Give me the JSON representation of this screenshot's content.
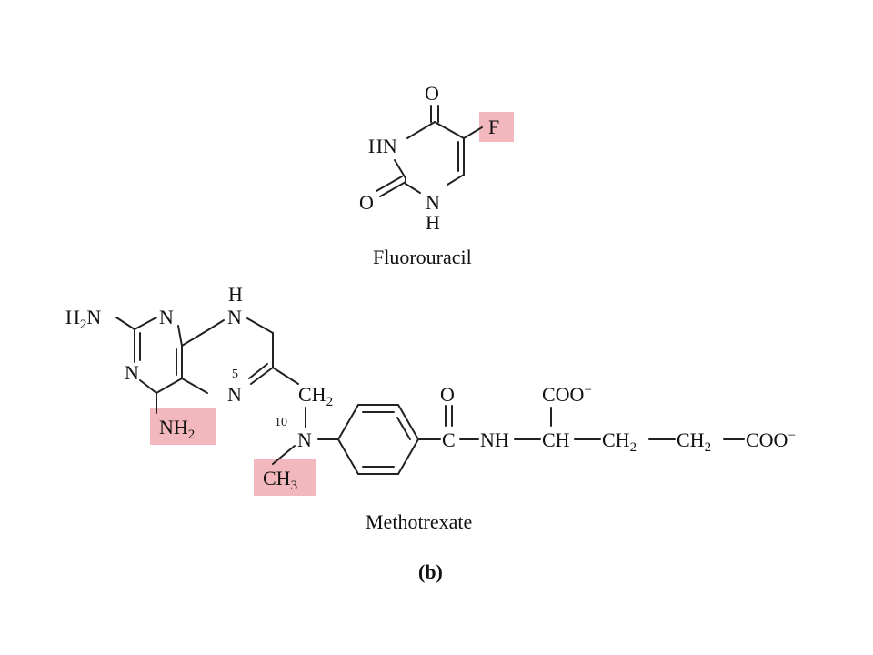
{
  "highlight_color": "#f2b8bd",
  "fluorouracil": {
    "name": "Fluorouracil",
    "labels": {
      "o_top": "O",
      "f": "F",
      "hn": "HN",
      "o_left": "O",
      "n": "N",
      "h": "H"
    }
  },
  "methotrexate": {
    "name": "Methotrexate",
    "labels": {
      "h2n": "H",
      "h2n_sub": "2",
      "h2n_n": "N",
      "n_top": "N",
      "h_top": "H",
      "nh_top": "N",
      "n_left": "N",
      "n5": "N",
      "pos5": "5",
      "nh2": "NH",
      "nh2_sub": "2",
      "ch2": "CH",
      "ch2_sub": "2",
      "pos10": "10",
      "n10": "N",
      "ch3": "CH",
      "ch3_sub": "3",
      "o_carbonyl": "O",
      "c_carbonyl": "C",
      "nh": "NH",
      "ch": "CH",
      "coo1": "COO",
      "coo1_charge": "−",
      "ch2a": "CH",
      "ch2a_sub": "2",
      "ch2b": "CH",
      "ch2b_sub": "2",
      "coo2": "COO",
      "coo2_charge": "−"
    }
  },
  "panel_label": "(b)"
}
